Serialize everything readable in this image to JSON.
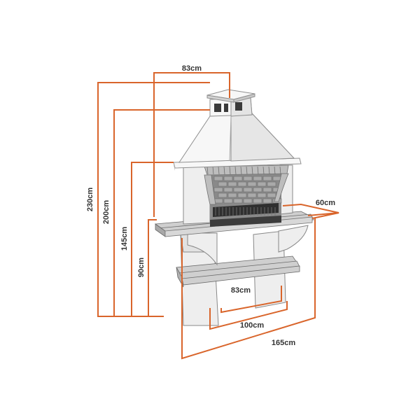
{
  "dimensions": {
    "top_width": "83cm",
    "depth": "60cm",
    "height_total": "230cm",
    "height_hood": "200cm",
    "height_firebox": "145cm",
    "height_counter": "90cm",
    "inner_width": "83cm",
    "base_width": "100cm",
    "overall_width": "165cm"
  },
  "colors": {
    "dimension_line": "#d9652b",
    "stone": "#eeeeee",
    "brick": "#bdbdbd",
    "background": "#ffffff"
  }
}
